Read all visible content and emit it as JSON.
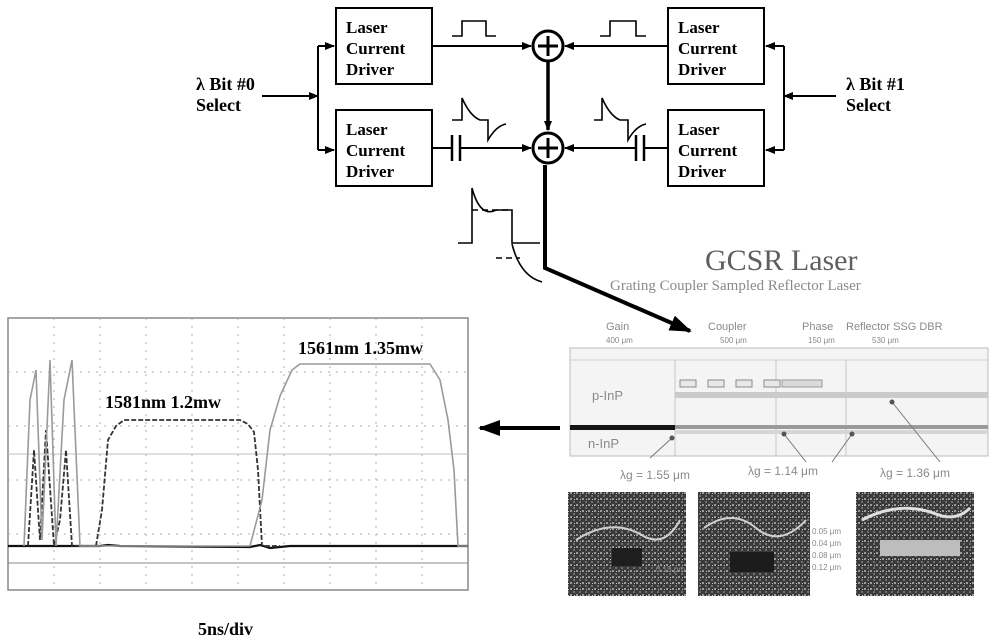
{
  "drivers": {
    "top_left": [
      "Laser",
      "Current",
      "Driver"
    ],
    "top_right": [
      "Laser",
      "Current",
      "Driver"
    ],
    "bottom_left": [
      "Laser",
      "Current",
      "Driver"
    ],
    "bottom_right": [
      "Laser",
      "Current",
      "Driver"
    ]
  },
  "select_left": [
    "λ Bit #0",
    "Select"
  ],
  "select_right": [
    "λ Bit #1",
    "Select"
  ],
  "laser": {
    "title": "GCSR Laser",
    "subtitle": "Grating Coupler Sampled Reflector Laser",
    "sections": [
      {
        "name": "Gain",
        "length": "400 μm"
      },
      {
        "name": "Coupler",
        "length": "500 μm"
      },
      {
        "name": "Phase",
        "length": "150 μm"
      },
      {
        "name": "Reflector SSG DBR",
        "length": "530 μm"
      }
    ],
    "layer_p": "p-InP",
    "layer_n": "n-InP",
    "lambdas": [
      "λg = 1.55 μm",
      "λg = 1.14 μm",
      "λg = 1.36 μm"
    ],
    "micro_labels": [
      "0.05 μm",
      "0.04 μm",
      "0.08 μm",
      "0.12 μm"
    ],
    "micro_label_left": "0.15 μm"
  },
  "scope": {
    "label_a": "1581nm 1.2mw",
    "label_b": "1561nm 1.35mw",
    "timebase": "5ns/div"
  }
}
